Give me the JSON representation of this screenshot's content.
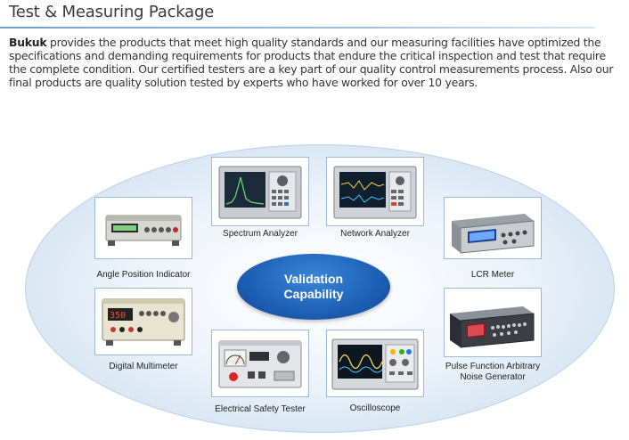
{
  "page": {
    "title": "Test & Measuring Package",
    "intro_brand": "Bukuk",
    "intro_text": " provides the products that meet high quality standards and our measuring facilities have optimized the specifications and demanding requirements for products that endure the critical inspection and test that require the complete condition. Our certified testers are a key part of our quality control measurements process. Also our final products are quality solution tested by experts who have worked for over 10 years."
  },
  "center": {
    "line1": "Validation",
    "line2": "Capability"
  },
  "equipment": [
    {
      "label": "Angle Position Indicator"
    },
    {
      "label": "Spectrum Analyzer"
    },
    {
      "label": "Network Analyzer"
    },
    {
      "label": "LCR Meter"
    },
    {
      "label": "Digital Multimeter"
    },
    {
      "label": "Pulse Function Arbitrary",
      "label2": "Noise Generator"
    },
    {
      "label": "Electrical Safety Tester"
    },
    {
      "label": "Oscilloscope"
    }
  ],
  "colors": {
    "accent": "#1f62b8",
    "frame_border": "#9cb9d8",
    "ellipse": "#d3e2f1"
  }
}
